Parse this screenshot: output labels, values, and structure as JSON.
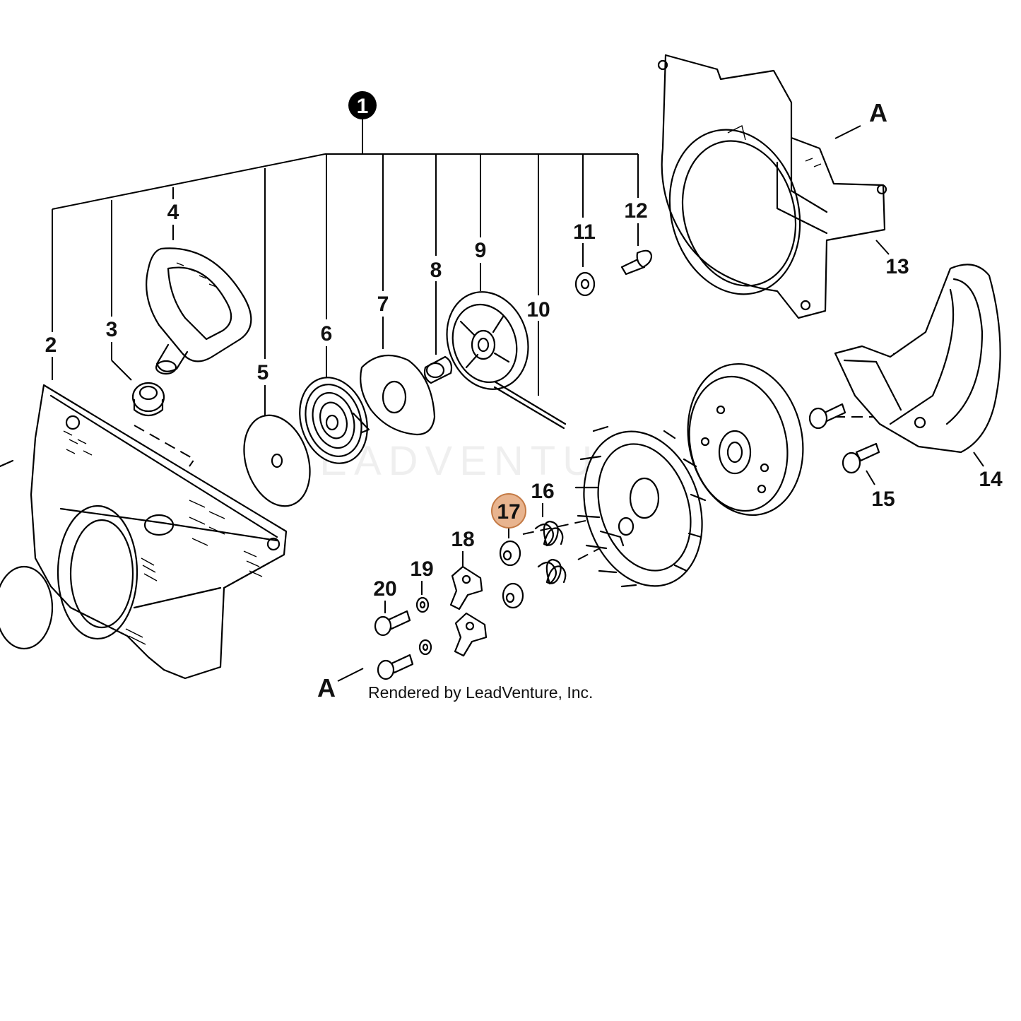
{
  "diagram": {
    "kit_marker": "1",
    "callouts": [
      "2",
      "3",
      "4",
      "5",
      "6",
      "7",
      "8",
      "9",
      "10",
      "11",
      "12",
      "13",
      "14",
      "15",
      "16",
      "17",
      "18",
      "19",
      "20"
    ],
    "highlighted_callout": "17",
    "highlight_color": "#e8b48f",
    "highlight_border": "#c47a45",
    "reference_mark": "A",
    "credit": "Rendered by LeadVenture, Inc.",
    "watermark": "LEADVENTURE"
  }
}
